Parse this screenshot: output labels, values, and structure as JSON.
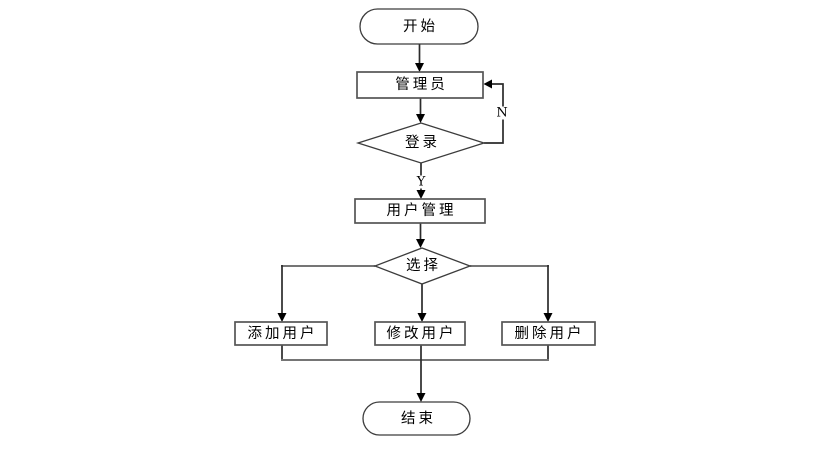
{
  "diagram": {
    "type": "flowchart",
    "nodes": {
      "start": {
        "label": "开始",
        "shape": "terminator"
      },
      "admin": {
        "label": "管理员",
        "shape": "process"
      },
      "login": {
        "label": "登录",
        "shape": "decision"
      },
      "user_mgmt": {
        "label": "用户管理",
        "shape": "process"
      },
      "select": {
        "label": "选择",
        "shape": "decision"
      },
      "add_user": {
        "label": "添加用户",
        "shape": "process"
      },
      "modify_user": {
        "label": "修改用户",
        "shape": "process"
      },
      "delete_user": {
        "label": "删除用户",
        "shape": "process"
      },
      "end": {
        "label": "结束",
        "shape": "terminator"
      }
    },
    "edge_labels": {
      "login_no": "N",
      "login_yes": "Y"
    },
    "edges": [
      {
        "from": "start",
        "to": "admin"
      },
      {
        "from": "admin",
        "to": "login"
      },
      {
        "from": "login",
        "to": "admin",
        "label": "N"
      },
      {
        "from": "login",
        "to": "user_mgmt",
        "label": "Y"
      },
      {
        "from": "user_mgmt",
        "to": "select"
      },
      {
        "from": "select",
        "to": "add_user"
      },
      {
        "from": "select",
        "to": "modify_user"
      },
      {
        "from": "select",
        "to": "delete_user"
      },
      {
        "from": "add_user",
        "to": "end"
      },
      {
        "from": "modify_user",
        "to": "end"
      },
      {
        "from": "delete_user",
        "to": "end"
      }
    ],
    "colors": {
      "background": "#ffffff",
      "node_fill": "#ffffff",
      "node_stroke": "#555555",
      "outline_stroke": "#3c3c3c",
      "flow_line": "#2b2b2b",
      "connector_line": "#757575",
      "arrowhead": "#000000",
      "text": "#000000"
    }
  }
}
